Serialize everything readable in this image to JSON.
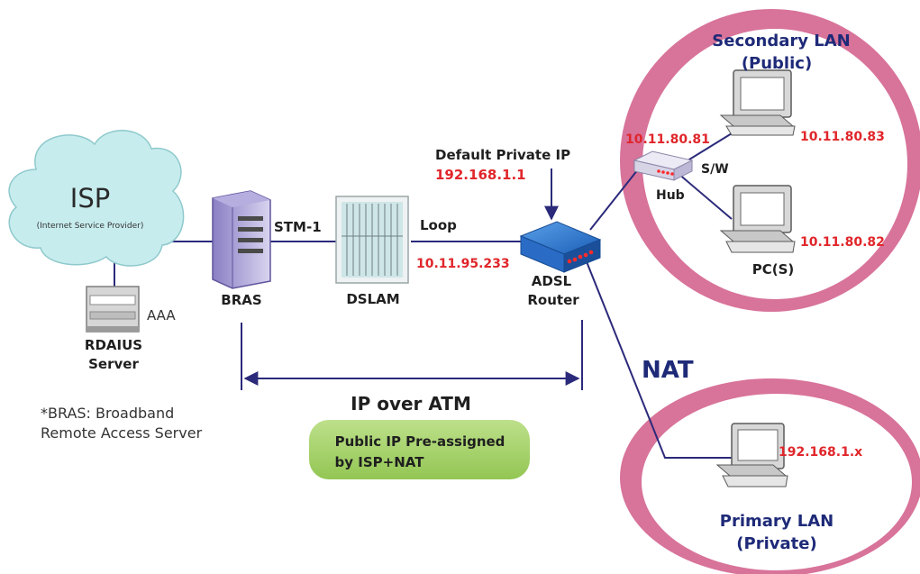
{
  "cloud": {
    "title": "ISP",
    "subtitle": "(Internet Service Provider)"
  },
  "nodes": {
    "aaa": "AAA",
    "rdaius_line1": "RDAIUS",
    "rdaius_line2": "Server",
    "bras": "BRAS",
    "stm": "STM-1",
    "dslam": "DSLAM",
    "loop": "Loop",
    "router_line1": "ADSL",
    "router_line2": "Router",
    "hub": "Hub",
    "sw": "S/W",
    "pcs": "PC(S)"
  },
  "ips": {
    "default_private_label": "Default Private IP",
    "default_private_ip": "192.168.1.1",
    "wan_ip": "10.11.95.233",
    "hub_ip": "10.11.80.81",
    "pc1_ip": "10.11.80.83",
    "pc2_ip": "10.11.80.82",
    "private_pc_ip": "192.168.1.x"
  },
  "lans": {
    "secondary_line1": "Secondary  LAN",
    "secondary_line2": "(Public)",
    "primary_line1": "Primary LAN",
    "primary_line2": "(Private)",
    "nat": "NAT"
  },
  "notes": {
    "bras_note_line1": "*BRAS: Broadband",
    "bras_note_line2": "Remote Access Server",
    "ip_over_atm": "IP over ATM",
    "box_line1": "Public IP Pre-assigned",
    "box_line2": "by ISP+NAT"
  },
  "colors": {
    "ring": "#d8739a",
    "link": "#2b2a7a",
    "red_label": "#e0262b",
    "navy_label": "#1e2a78",
    "cloud_fill": "#c7ecee",
    "green_box": "#a6d56a"
  }
}
